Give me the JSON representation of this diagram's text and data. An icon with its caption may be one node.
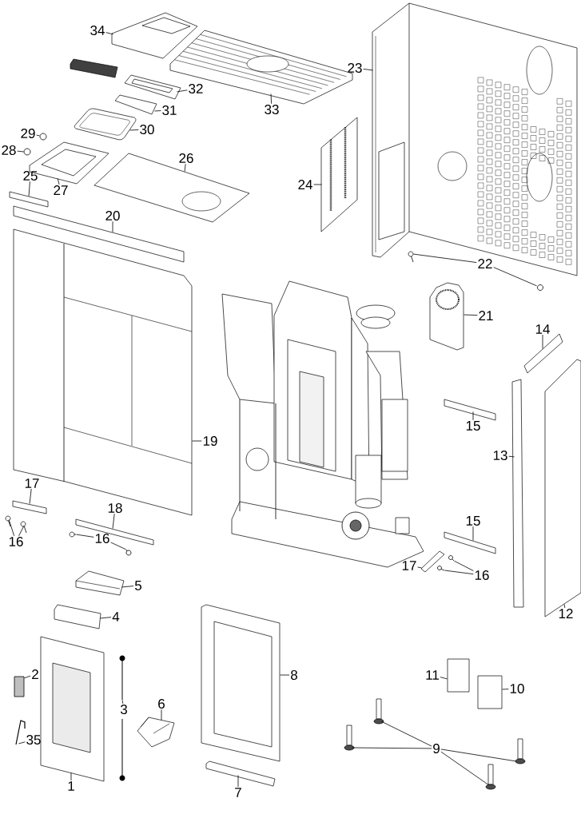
{
  "diagram": {
    "nodes": [
      {
        "text": [
          "34"
        ]
      },
      {
        "text": [],
        "shape": "picture"
      },
      {
        "text": [
          "33"
        ]
      },
      {
        "text": [],
        "shape": "picture"
      },
      {
        "text": [
          "32"
        ]
      },
      {
        "text": [],
        "shape": "picture"
      },
      {
        "text": [
          "31"
        ]
      },
      {
        "text": [],
        "shape": "picture"
      },
      {
        "text": [
          "30"
        ]
      },
      {
        "text": [],
        "shape": "picture"
      },
      {
        "text": [
          "29"
        ]
      },
      {
        "text": [],
        "shape": "circle"
      },
      {
        "text": [
          "28"
        ]
      },
      {
        "text": [],
        "shape": "circle"
      },
      {
        "text": [
          "27"
        ]
      },
      {
        "text": [],
        "shape": "picture"
      },
      {
        "text": [
          "26"
        ]
      },
      {
        "text": [],
        "shape": "picture"
      },
      {
        "text": [
          "25"
        ]
      },
      {
        "text": [],
        "shape": "box"
      },
      {
        "text": [
          "23"
        ]
      },
      {
        "text": [],
        "shape": "picture"
      },
      {
        "text": [
          "24"
        ]
      },
      {
        "text": [],
        "shape": "picture"
      },
      {
        "text": [
          "20"
        ]
      },
      {
        "text": [],
        "shape": "picture"
      },
      {
        "text": [
          "22"
        ]
      },
      {
        "text": [],
        "shape": "picture"
      },
      {
        "text": [],
        "shape": "circle"
      },
      {
        "text": [
          "21"
        ]
      },
      {
        "text": [],
        "shape": "picture"
      },
      {
        "text": [
          "19"
        ]
      },
      {
        "text": [],
        "shape": "picture"
      },
      {
        "text": [
          "14"
        ]
      },
      {
        "text": [],
        "shape": "picture"
      },
      {
        "text": [
          "15"
        ]
      },
      {
        "text": [],
        "shape": "picture"
      },
      {
        "text": [
          "13"
        ]
      },
      {
        "text": [],
        "shape": "box"
      },
      {
        "text": [
          "17"
        ]
      },
      {
        "text": [],
        "shape": "box"
      },
      {
        "text": [
          "18"
        ]
      },
      {
        "text": [],
        "shape": "picture"
      },
      {
        "text": [
          "16"
        ]
      },
      {
        "text": [],
        "shape": "picture"
      },
      {
        "text": [],
        "shape": "picture"
      },
      {
        "text": [
          "16"
        ]
      },
      {
        "text": [],
        "shape": "picture"
      },
      {
        "text": [],
        "shape": "circle"
      },
      {
        "text": [
          "15"
        ]
      },
      {
        "text": [],
        "shape": "box"
      },
      {
        "text": [
          "17"
        ]
      },
      {
        "text": [],
        "shape": "picture"
      },
      {
        "text": [
          "16"
        ]
      },
      {
        "text": [],
        "shape": "circle"
      },
      {
        "text": [],
        "shape": "circle"
      },
      {
        "text": [
          "12"
        ]
      },
      {
        "text": [],
        "shape": "picture"
      },
      {
        "text": [
          "5"
        ]
      },
      {
        "text": [],
        "shape": "picture"
      },
      {
        "text": [
          "4"
        ]
      },
      {
        "text": [],
        "shape": "picture"
      },
      {
        "text": [
          "2"
        ]
      },
      {
        "text": [],
        "shape": "box"
      },
      {
        "text": [
          "8"
        ]
      },
      {
        "text": [],
        "shape": "picture"
      },
      {
        "text": [
          "1"
        ]
      },
      {
        "text": [],
        "shape": "picture"
      },
      {
        "text": [
          "3"
        ]
      },
      {
        "text": [],
        "shape": "picture"
      },
      {
        "text": [
          "6"
        ]
      },
      {
        "text": [],
        "shape": "picture"
      },
      {
        "text": [
          "11"
        ]
      },
      {
        "text": [],
        "shape": "box"
      },
      {
        "text": [
          "10"
        ]
      },
      {
        "text": [],
        "shape": "box"
      },
      {
        "text": [
          "9"
        ]
      },
      {
        "text": [],
        "shape": "picture"
      },
      {
        "text": [],
        "shape": "picture"
      },
      {
        "text": [],
        "shape": "picture"
      },
      {
        "text": [],
        "shape": "picture"
      },
      {
        "text": [
          "35"
        ]
      },
      {
        "text": [],
        "shape": "picture"
      },
      {
        "text": [
          "7"
        ]
      },
      {
        "text": [],
        "shape": "picture"
      }
    ],
    "edges": [
      {
        "from": 0,
        "to": 1,
        "arrow": "none"
      },
      {
        "from": 2,
        "to": 3,
        "arrow": "none"
      },
      {
        "from": 4,
        "to": 5,
        "arrow": "none"
      },
      {
        "from": 6,
        "to": 7,
        "arrow": "none"
      },
      {
        "from": 8,
        "to": 9,
        "arrow": "none"
      },
      {
        "from": 10,
        "to": 11,
        "arrow": "none"
      },
      {
        "from": 12,
        "to": 13,
        "arrow": "none"
      },
      {
        "from": 14,
        "to": 15,
        "arrow": "none"
      },
      {
        "from": 16,
        "to": 17,
        "arrow": "none"
      },
      {
        "from": 18,
        "to": 19,
        "arrow": "none"
      },
      {
        "from": 20,
        "to": 21,
        "arrow": "none"
      },
      {
        "from": 22,
        "to": 23,
        "arrow": "none"
      },
      {
        "from": 24,
        "to": 25,
        "arrow": "none"
      },
      {
        "from": 26,
        "to": 27,
        "arrow": "none"
      },
      {
        "from": 26,
        "to": 28,
        "arrow": "none"
      },
      {
        "from": 29,
        "to": 30,
        "arrow": "none"
      },
      {
        "from": 31,
        "to": 32,
        "arrow": "none"
      },
      {
        "from": 33,
        "to": 34,
        "arrow": "none"
      },
      {
        "from": 35,
        "to": 36,
        "arrow": "none"
      },
      {
        "from": 37,
        "to": 38,
        "arrow": "none"
      },
      {
        "from": 39,
        "to": 40,
        "arrow": "none"
      },
      {
        "from": 41,
        "to": 42,
        "arrow": "none"
      },
      {
        "from": 43,
        "to": 44,
        "arrow": "none"
      },
      {
        "from": 43,
        "to": 45,
        "arrow": "none"
      },
      {
        "from": 46,
        "to": 47,
        "arrow": "none"
      },
      {
        "from": 46,
        "to": 48,
        "arrow": "none"
      },
      {
        "from": 49,
        "to": 50,
        "arrow": "none"
      },
      {
        "from": 51,
        "to": 52,
        "arrow": "none"
      },
      {
        "from": 53,
        "to": 54,
        "arrow": "none"
      },
      {
        "from": 53,
        "to": 55,
        "arrow": "none"
      },
      {
        "from": 56,
        "to": 57,
        "arrow": "none"
      },
      {
        "from": 58,
        "to": 59,
        "arrow": "none"
      },
      {
        "from": 60,
        "to": 61,
        "arrow": "none"
      },
      {
        "from": 62,
        "to": 63,
        "arrow": "none"
      },
      {
        "from": 64,
        "to": 65,
        "arrow": "none"
      },
      {
        "from": 66,
        "to": 67,
        "arrow": "none"
      },
      {
        "from": 68,
        "to": 69,
        "arrow": "none"
      },
      {
        "from": 70,
        "to": 71,
        "arrow": "none"
      },
      {
        "from": 72,
        "to": 73,
        "arrow": "none"
      },
      {
        "from": 74,
        "to": 75,
        "arrow": "none"
      },
      {
        "from": 76,
        "to": 77,
        "arrow": "none"
      },
      {
        "from": 76,
        "to": 78,
        "arrow": "none"
      },
      {
        "from": 76,
        "to": 79,
        "arrow": "none"
      },
      {
        "from": 76,
        "to": 80,
        "arrow": "none"
      },
      {
        "from": 81,
        "to": 82,
        "arrow": "none"
      },
      {
        "from": 83,
        "to": 84,
        "arrow": "none"
      }
    ]
  }
}
